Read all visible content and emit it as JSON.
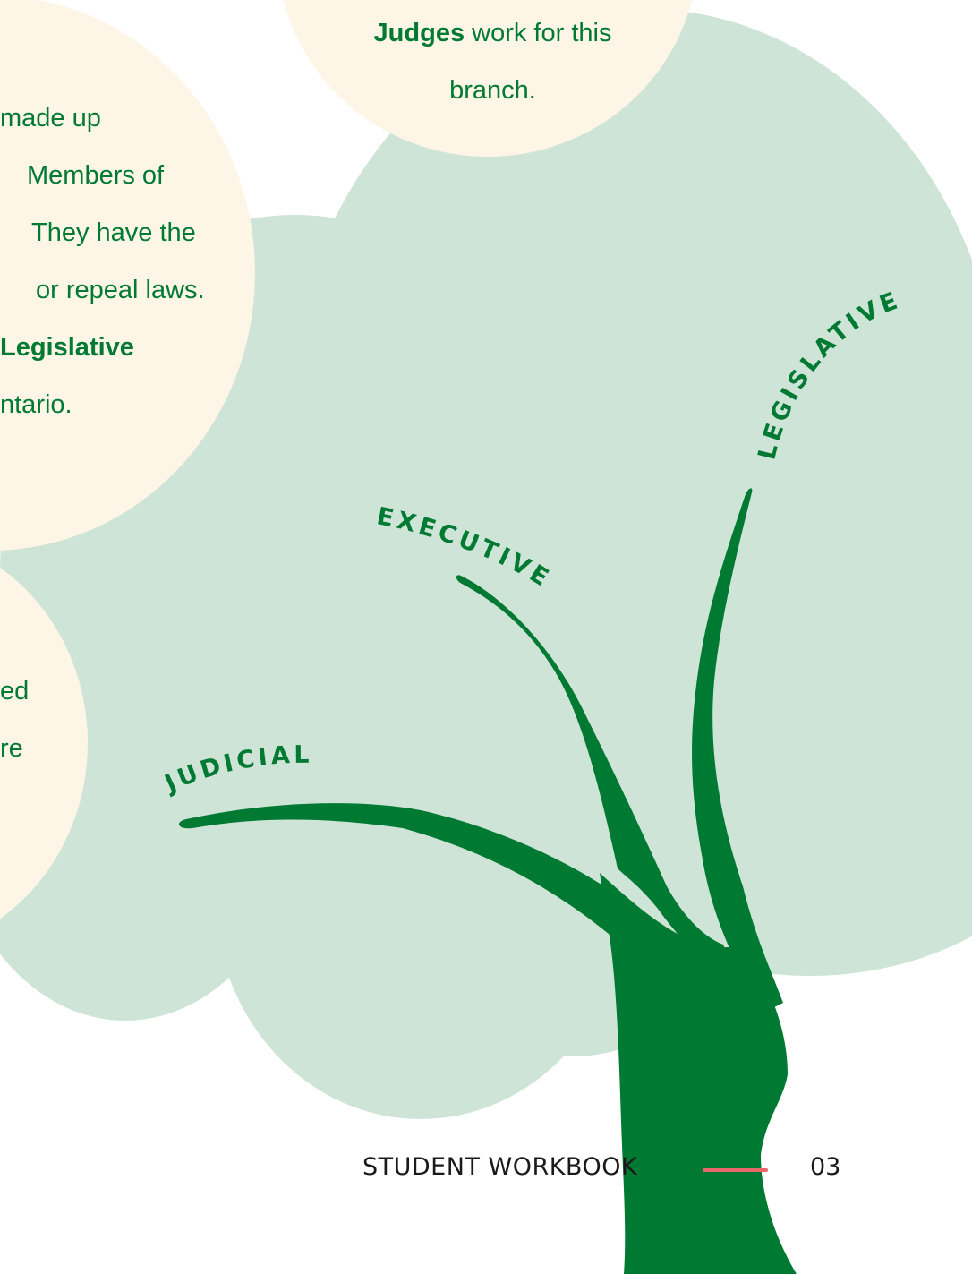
{
  "judicial_bubble": {
    "bold": "Judges",
    "rest": " work for this",
    "line2": "branch."
  },
  "legislative_bubble": {
    "lines": [
      "made up",
      "Members of",
      "They have the",
      "or repeal laws.",
      "Legislative",
      "ntario."
    ]
  },
  "executive_bubble": {
    "lines": [
      "ed",
      "re"
    ]
  },
  "branches": {
    "legislative": "LEGISLATIVE",
    "executive": "EXECUTIVE",
    "judicial": "JUDICIAL"
  },
  "footer": {
    "title": "STUDENT WORKBOOK",
    "page": "03"
  },
  "colors": {
    "canopy": "#cde4d7",
    "bubble": "#fdf5e6",
    "tree_green": "#007a33",
    "accent_line": "#e8686a"
  }
}
